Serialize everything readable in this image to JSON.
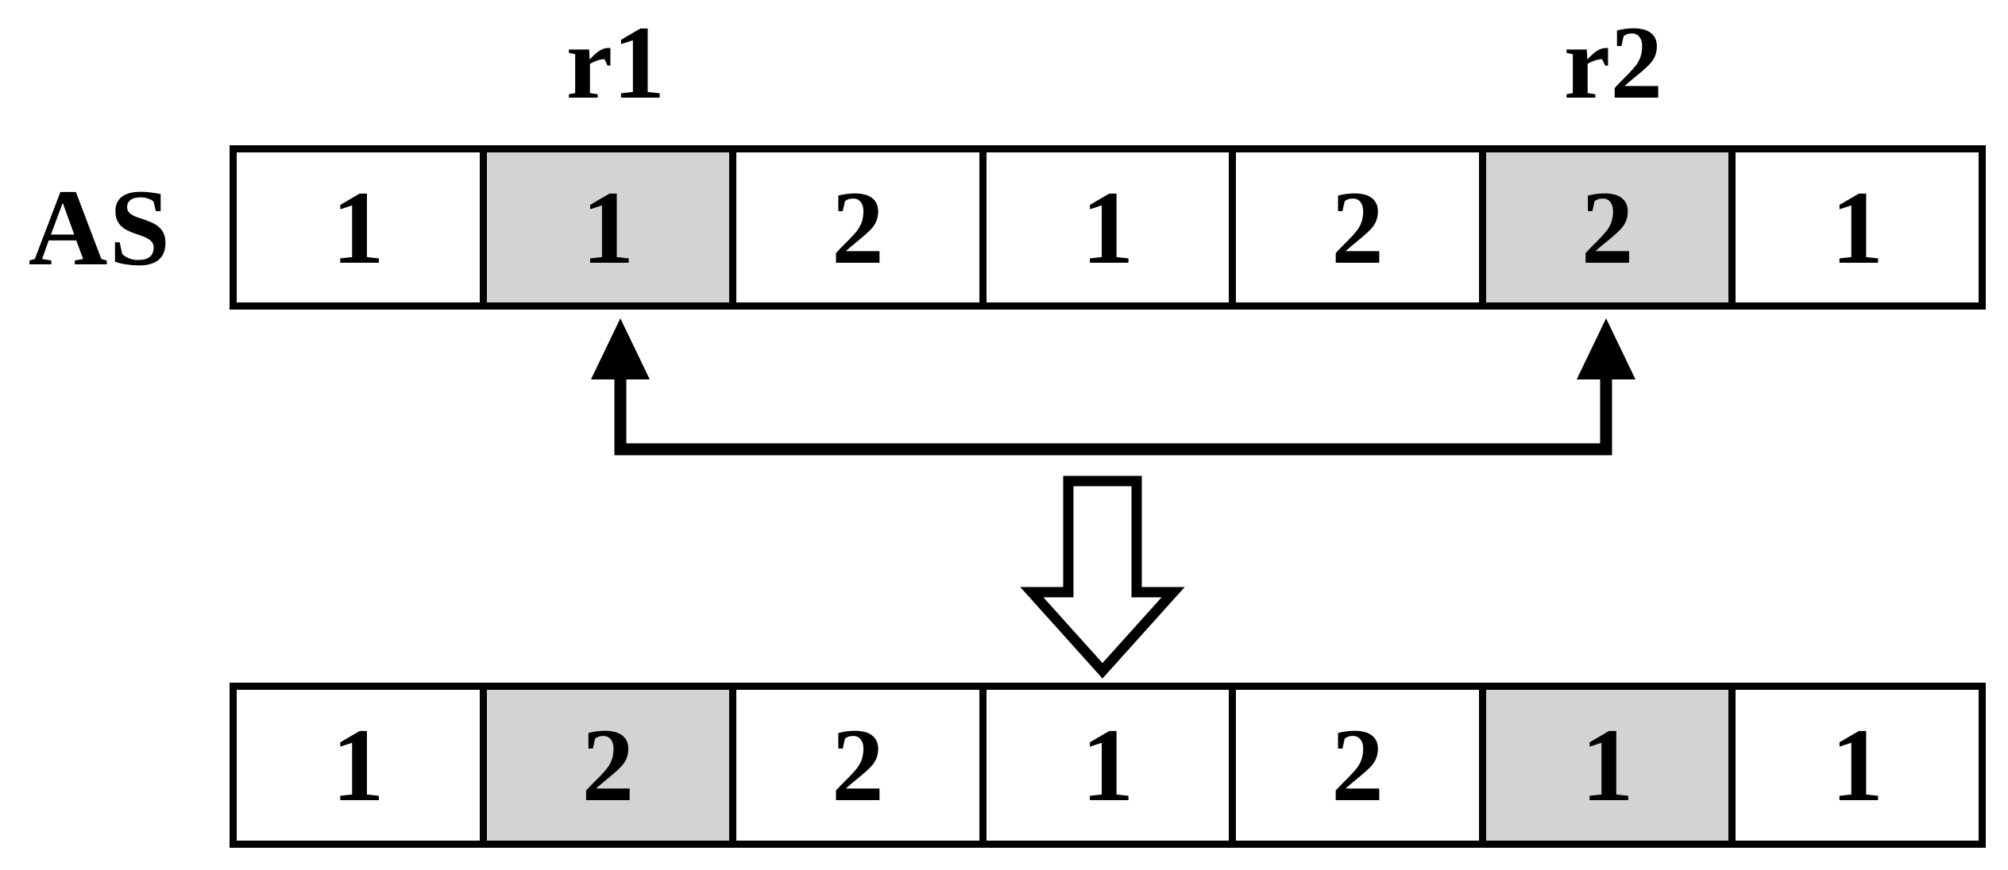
{
  "diagram": {
    "solution_label": "AS",
    "pointer_labels": {
      "r1": "r1",
      "r2": "r2"
    },
    "top_row": {
      "cells": [
        {
          "value": "1",
          "shaded": false
        },
        {
          "value": "1",
          "shaded": true
        },
        {
          "value": "2",
          "shaded": false
        },
        {
          "value": "1",
          "shaded": false
        },
        {
          "value": "2",
          "shaded": false
        },
        {
          "value": "2",
          "shaded": true
        },
        {
          "value": "1",
          "shaded": false
        }
      ]
    },
    "bottom_row": {
      "cells": [
        {
          "value": "1",
          "shaded": false
        },
        {
          "value": "2",
          "shaded": true
        },
        {
          "value": "2",
          "shaded": false
        },
        {
          "value": "1",
          "shaded": false
        },
        {
          "value": "2",
          "shaded": false
        },
        {
          "value": "1",
          "shaded": true
        },
        {
          "value": "1",
          "shaded": false
        }
      ]
    },
    "colors": {
      "shaded_cell": "#d3d3d3",
      "line": "#000000",
      "background": "#ffffff"
    }
  }
}
